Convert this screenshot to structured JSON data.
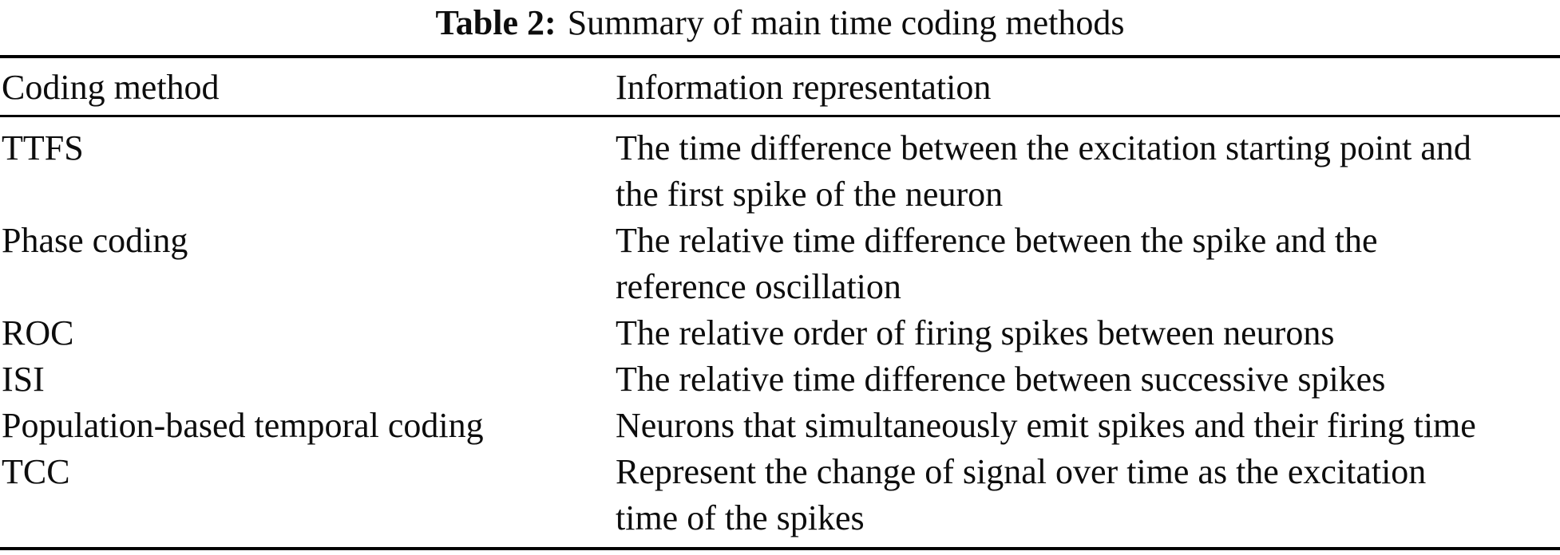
{
  "caption": {
    "label": "Table 2:",
    "text": "Summary of main time coding methods"
  },
  "table": {
    "columns": {
      "method": "Coding method",
      "representation": "Information representation"
    },
    "rows": [
      {
        "method": "TTFS",
        "representation": "The time difference between the excitation starting point and the first spike of the neuron",
        "representation_lines": {
          "0": "The time difference between the excitation starting point and",
          "1": "the first spike of the neuron"
        }
      },
      {
        "method": "Phase coding",
        "representation": "The relative time difference between the spike and the reference oscillation",
        "representation_lines": {
          "0": "The relative time difference between the spike and the",
          "1": "reference oscillation"
        }
      },
      {
        "method": "ROC",
        "representation": "The relative order of firing spikes between neurons",
        "representation_lines": {
          "0": "The relative order of firing spikes between neurons"
        }
      },
      {
        "method": "ISI",
        "representation": "The relative time difference between successive spikes",
        "representation_lines": {
          "0": "The relative time difference between successive spikes"
        }
      },
      {
        "method": "Population-based temporal coding",
        "representation": "Neurons that simultaneously emit spikes and their firing time",
        "representation_lines": {
          "0": "Neurons that simultaneously emit spikes and their firing time"
        }
      },
      {
        "method": "TCC",
        "representation": "Represent the change of signal over time as the excitation time of the spikes",
        "representation_lines": {
          "0": "Represent the change of signal over time as the excitation",
          "1": "time of the spikes"
        }
      }
    ]
  },
  "colors": {
    "text": "#0d0d0d",
    "rule": "#000000",
    "background": "#ffffff"
  }
}
